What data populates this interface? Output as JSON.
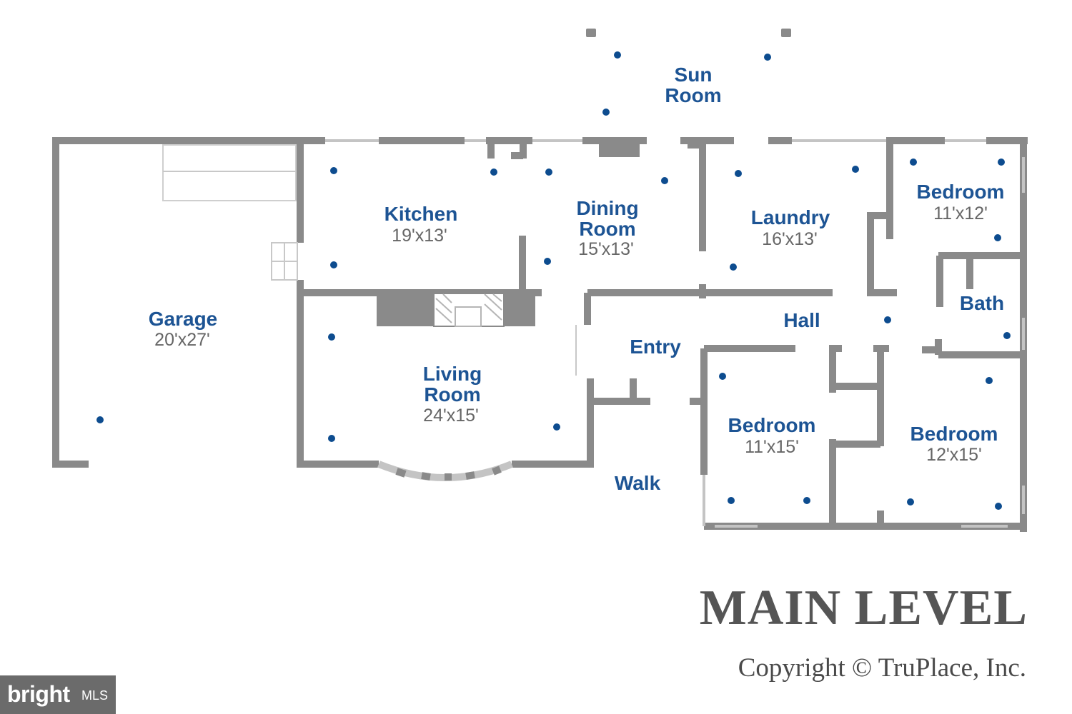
{
  "rooms": {
    "sun_room": {
      "name": "Sun\nRoom",
      "dims": ""
    },
    "kitchen": {
      "name": "Kitchen",
      "dims": "19'x13'"
    },
    "dining_room": {
      "name": "Dining\nRoom",
      "dims": "15'x13'"
    },
    "laundry": {
      "name": "Laundry",
      "dims": "16'x13'"
    },
    "bedroom_ne": {
      "name": "Bedroom",
      "dims": "11'x12'"
    },
    "garage": {
      "name": "Garage",
      "dims": "20'x27'"
    },
    "living_room": {
      "name": "Living\nRoom",
      "dims": "24'x15'"
    },
    "entry": {
      "name": "Entry",
      "dims": ""
    },
    "hall": {
      "name": "Hall",
      "dims": ""
    },
    "bath": {
      "name": "Bath",
      "dims": ""
    },
    "bedroom_sw": {
      "name": "Bedroom",
      "dims": "11'x15'"
    },
    "bedroom_se": {
      "name": "Bedroom",
      "dims": "12'x15'"
    },
    "walk": {
      "name": "Walk",
      "dims": ""
    }
  },
  "title": "MAIN LEVEL",
  "copyright": "Copyright © TruPlace, Inc.",
  "badge": {
    "brand": "bright",
    "suffix": "MLS"
  },
  "colors": {
    "walls": "#8a8a8a",
    "room_label": "#1d5494",
    "dimension": "#666666",
    "markers": "#0d4c8f",
    "badge_bg": "#6b6b6b"
  }
}
